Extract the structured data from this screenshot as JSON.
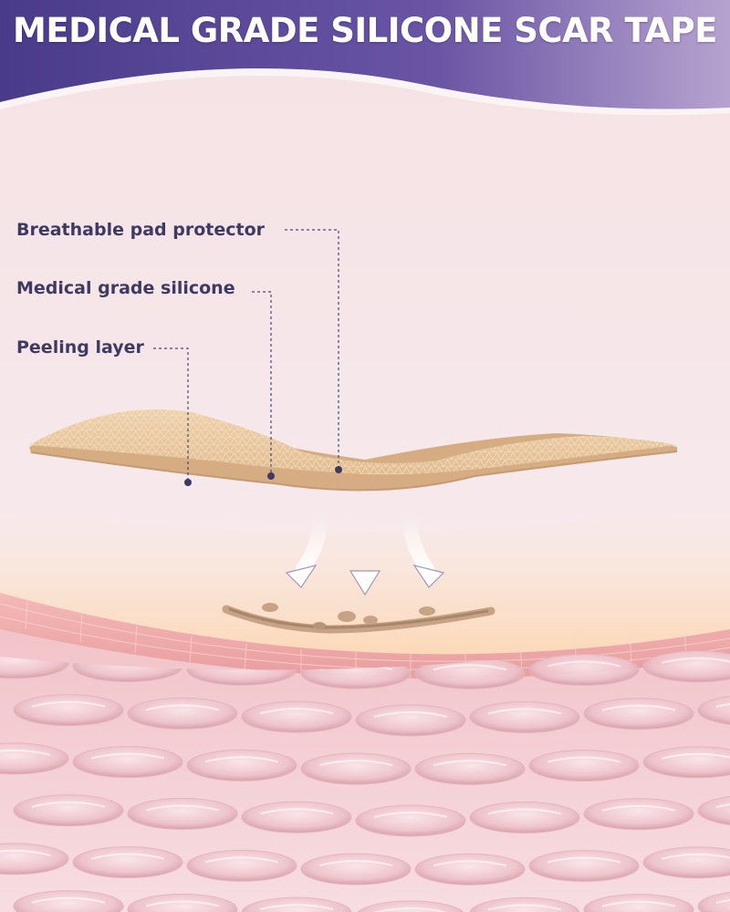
{
  "header": {
    "title": "MEDICAL GRADE SILICONE SCAR TAPE"
  },
  "callouts": [
    {
      "label": "Breathable pad protector"
    },
    {
      "label": "Medical grade silicone"
    },
    {
      "label": "Peeling layer"
    }
  ],
  "colors": {
    "header_band": "#5a4595",
    "label_text": "#3e3a63",
    "tape": "#e6c39a",
    "skin_surface": "#eeaaab",
    "leader_dot": "#3e3a63"
  }
}
